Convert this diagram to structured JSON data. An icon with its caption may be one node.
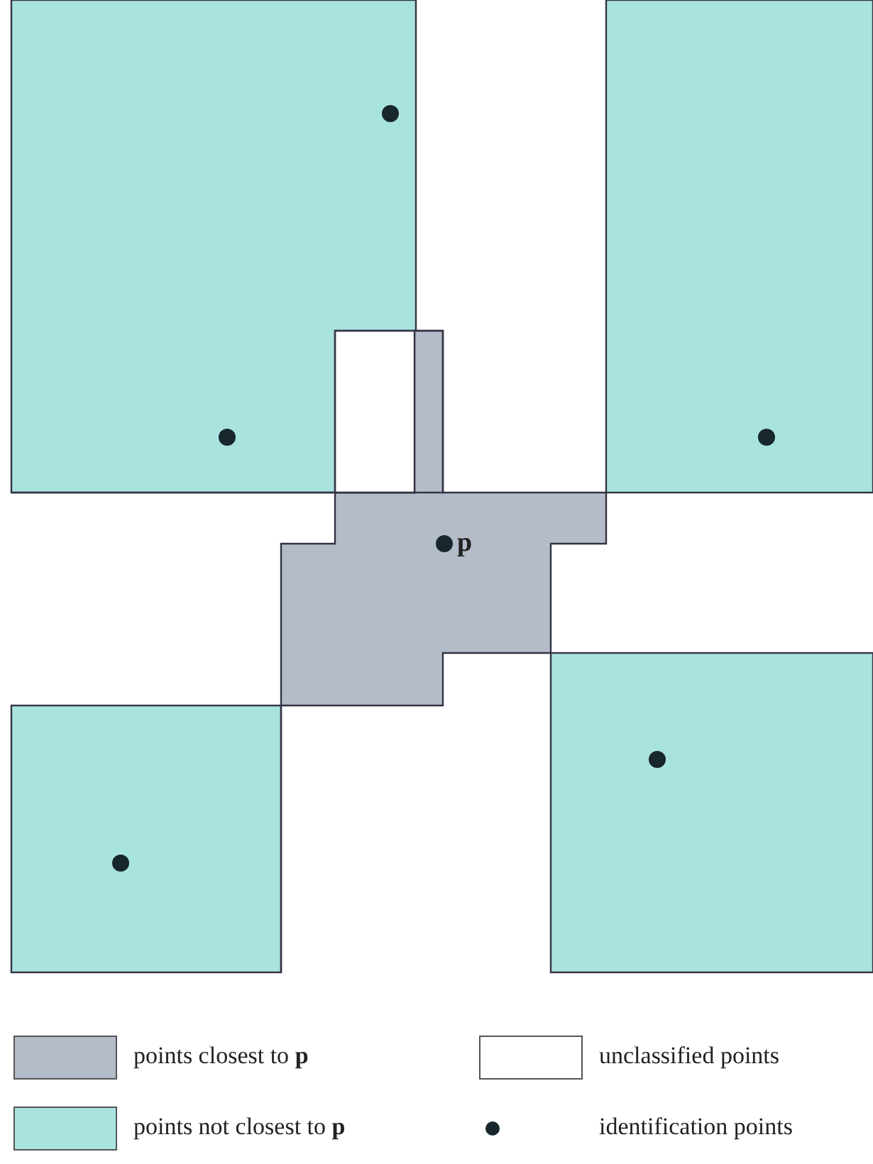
{
  "diagram": {
    "labels": [
      "p"
    ],
    "legend": [
      {
        "text": "points closest to **p**",
        "color": "#b3bcc8"
      },
      {
        "text": "unclassified points",
        "color": "#ffffff"
      },
      {
        "text": "points not closest to **p**",
        "color": "#a9e3e0"
      },
      {
        "text": "identification points"
      }
    ]
  }
}
